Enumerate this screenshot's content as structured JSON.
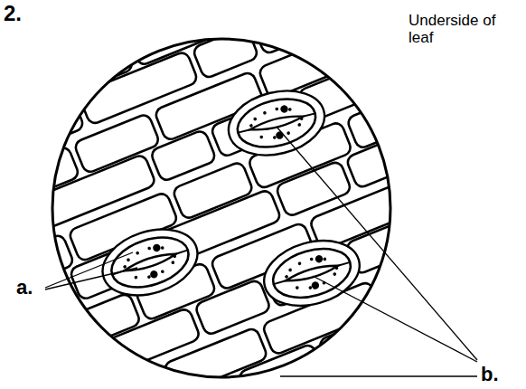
{
  "diagram": {
    "labels": [
      "2.",
      "Underside of leaf",
      "a.",
      "b."
    ]
  }
}
